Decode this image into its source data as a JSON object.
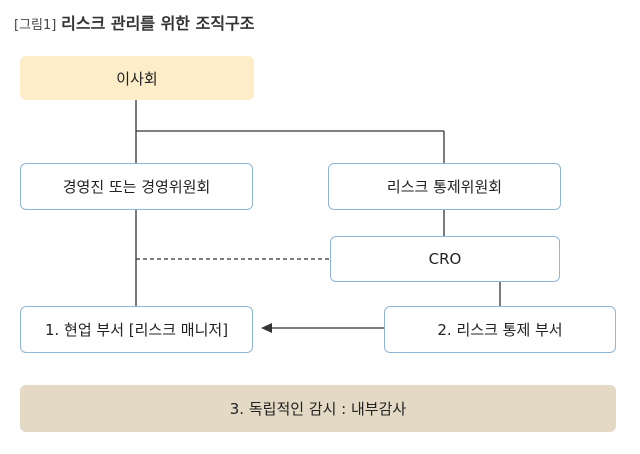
{
  "figure": {
    "title_prefix": "[그림1]",
    "title": "리스크 관리를 위한 조직구조"
  },
  "nodes": {
    "board": "이사회",
    "management": "경영진 또는 경영위원회",
    "risk_committee": "리스크 통제위원회",
    "cro": "CRO",
    "field_dept": "1. 현업 부서 [리스크 매니저]",
    "risk_control_dept": "2. 리스크 통제 부서",
    "internal_audit": "3. 독립적인 감시 : 내부감사"
  },
  "colors": {
    "board_fill": "#fdedc8",
    "audit_fill": "#e3d9c4",
    "box_border": "#8fb6d6",
    "connector": "#333333"
  }
}
